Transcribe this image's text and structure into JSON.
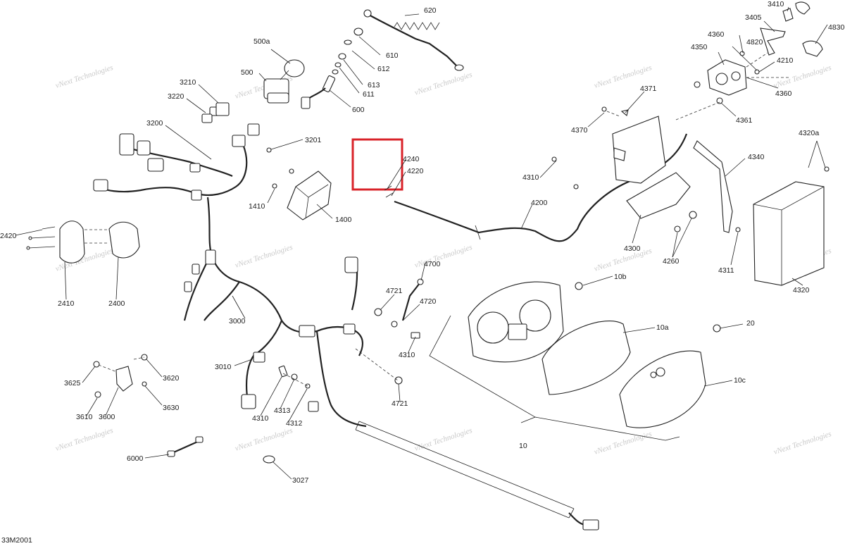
{
  "diagram_code": "33M2001",
  "watermark_text": "vNext Technologies",
  "labels": {
    "l620": "620",
    "l610": "610",
    "l612": "612",
    "l613": "613",
    "l611": "611",
    "l600": "600",
    "l500a": "500a",
    "l500": "500",
    "l3210": "3210",
    "l3220": "3220",
    "l3200": "3200",
    "l3201": "3201",
    "l4240": "4240",
    "l4220": "4220",
    "l1410": "1410",
    "l1400": "1400",
    "l2420": "2420",
    "l2410": "2410",
    "l2400": "2400",
    "l3000": "3000",
    "l3010": "3010",
    "l3625": "3625",
    "l3620": "3620",
    "l3630": "3630",
    "l3610": "3610",
    "l3600": "3600",
    "l6000": "6000",
    "l3027": "3027",
    "l4310a": "4310",
    "l4313": "4313",
    "l4312": "4312",
    "l4700": "4700",
    "l4721a": "4721",
    "l4720": "4720",
    "l4310b": "4310",
    "l4721b": "4721",
    "l4200": "4200",
    "l4310c": "4310",
    "l4370": "4370",
    "l4371": "4371",
    "l4300": "4300",
    "l4260": "4260",
    "l4340": "4340",
    "l4311": "4311",
    "l4320a": "4320a",
    "l4320": "4320",
    "l3410": "3410",
    "l3405": "3405",
    "l4830": "4830",
    "l4360a": "4360",
    "l4820": "4820",
    "l4350": "4350",
    "l4210": "4210",
    "l4360b": "4360",
    "l4361": "4361",
    "l10b": "10b",
    "l10a": "10a",
    "l10c": "10c",
    "l20": "20",
    "l10": "10"
  },
  "highlight": {
    "color": "#d9232a"
  }
}
